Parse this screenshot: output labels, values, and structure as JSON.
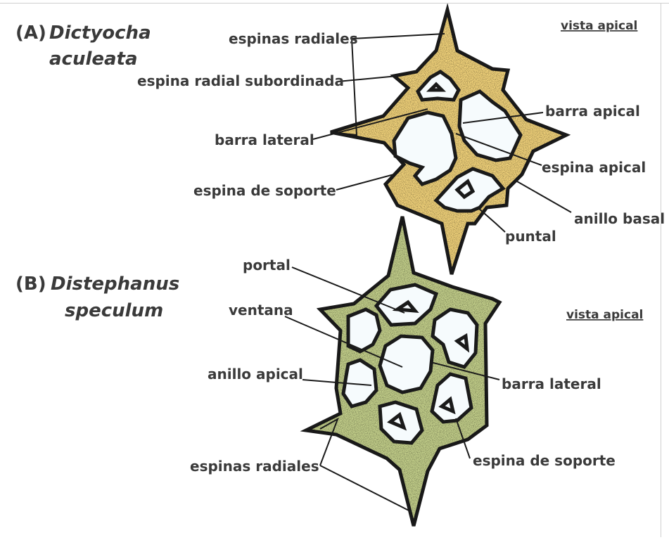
{
  "colors": {
    "panel_a_fill": "#f1d27a",
    "panel_b_fill": "#c3cf8a",
    "window_fill": "#f6fbfd",
    "outline": "#1a1a1a",
    "label_text": "#3a3a3a"
  },
  "panel_a": {
    "letter": "(A)",
    "species_line1": "Dictyocha",
    "species_line2": "aculeata",
    "view_label": "vista apical",
    "labels": {
      "espinas_radiales": "espinas radiales",
      "espina_radial_subordinada": "espina radial subordinada",
      "barra_lateral": "barra lateral",
      "espina_de_soporte": "espina de soporte",
      "barra_apical": "barra apical",
      "espina_apical": "espina apical",
      "anillo_basal": "anillo basal",
      "puntal": "puntal"
    }
  },
  "panel_b": {
    "letter": "(B)",
    "species_line1": "Distephanus",
    "species_line2": "speculum",
    "view_label": "vista apical",
    "labels": {
      "portal": "portal",
      "ventana": "ventana",
      "anillo_apical": "anillo apical",
      "barra_lateral": "barra lateral",
      "espinas_radiales": "espinas radiales",
      "espina_de_soporte": "espina de soporte"
    }
  }
}
